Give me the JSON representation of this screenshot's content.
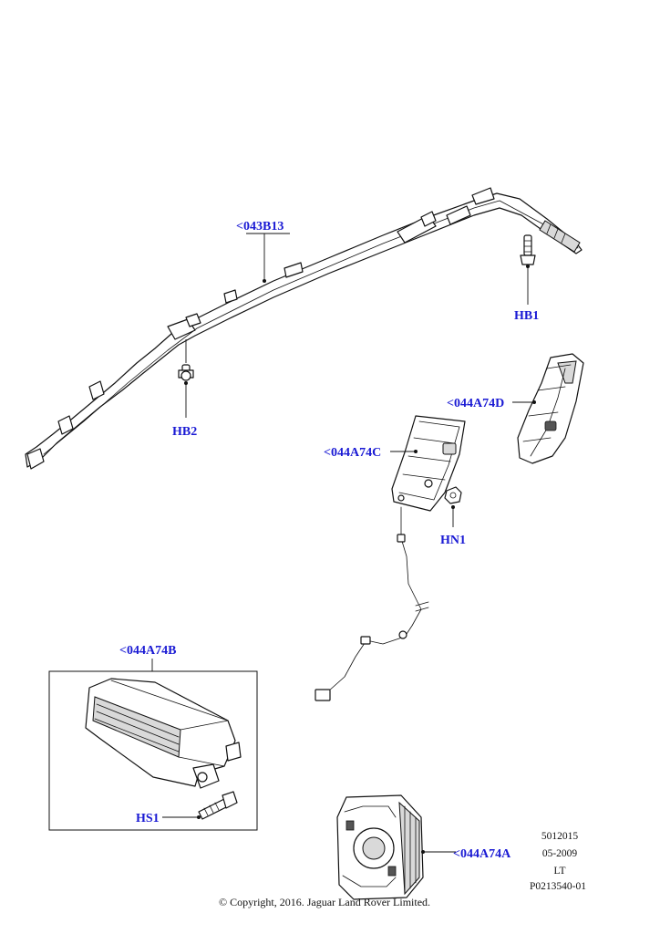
{
  "callouts": {
    "curtain_airbag": "<043B13",
    "rear_bolt": "HB1",
    "front_bolt": "HB2",
    "side_airbag_right": "<044A74D",
    "side_airbag_left": "<044A74C",
    "nut": "HN1",
    "passenger_airbag": "<044A74B",
    "screw": "HS1",
    "driver_airbag": "<044A74A"
  },
  "reference": {
    "code": "5012015",
    "date": "05-2009",
    "region": "LT",
    "illustration_id": "P0213540-01"
  },
  "copyright": "© Copyright, 2016. Jaguar Land Rover Limited.",
  "colors": {
    "callout_text": "#1a1ad4",
    "line_art": "#111111"
  }
}
